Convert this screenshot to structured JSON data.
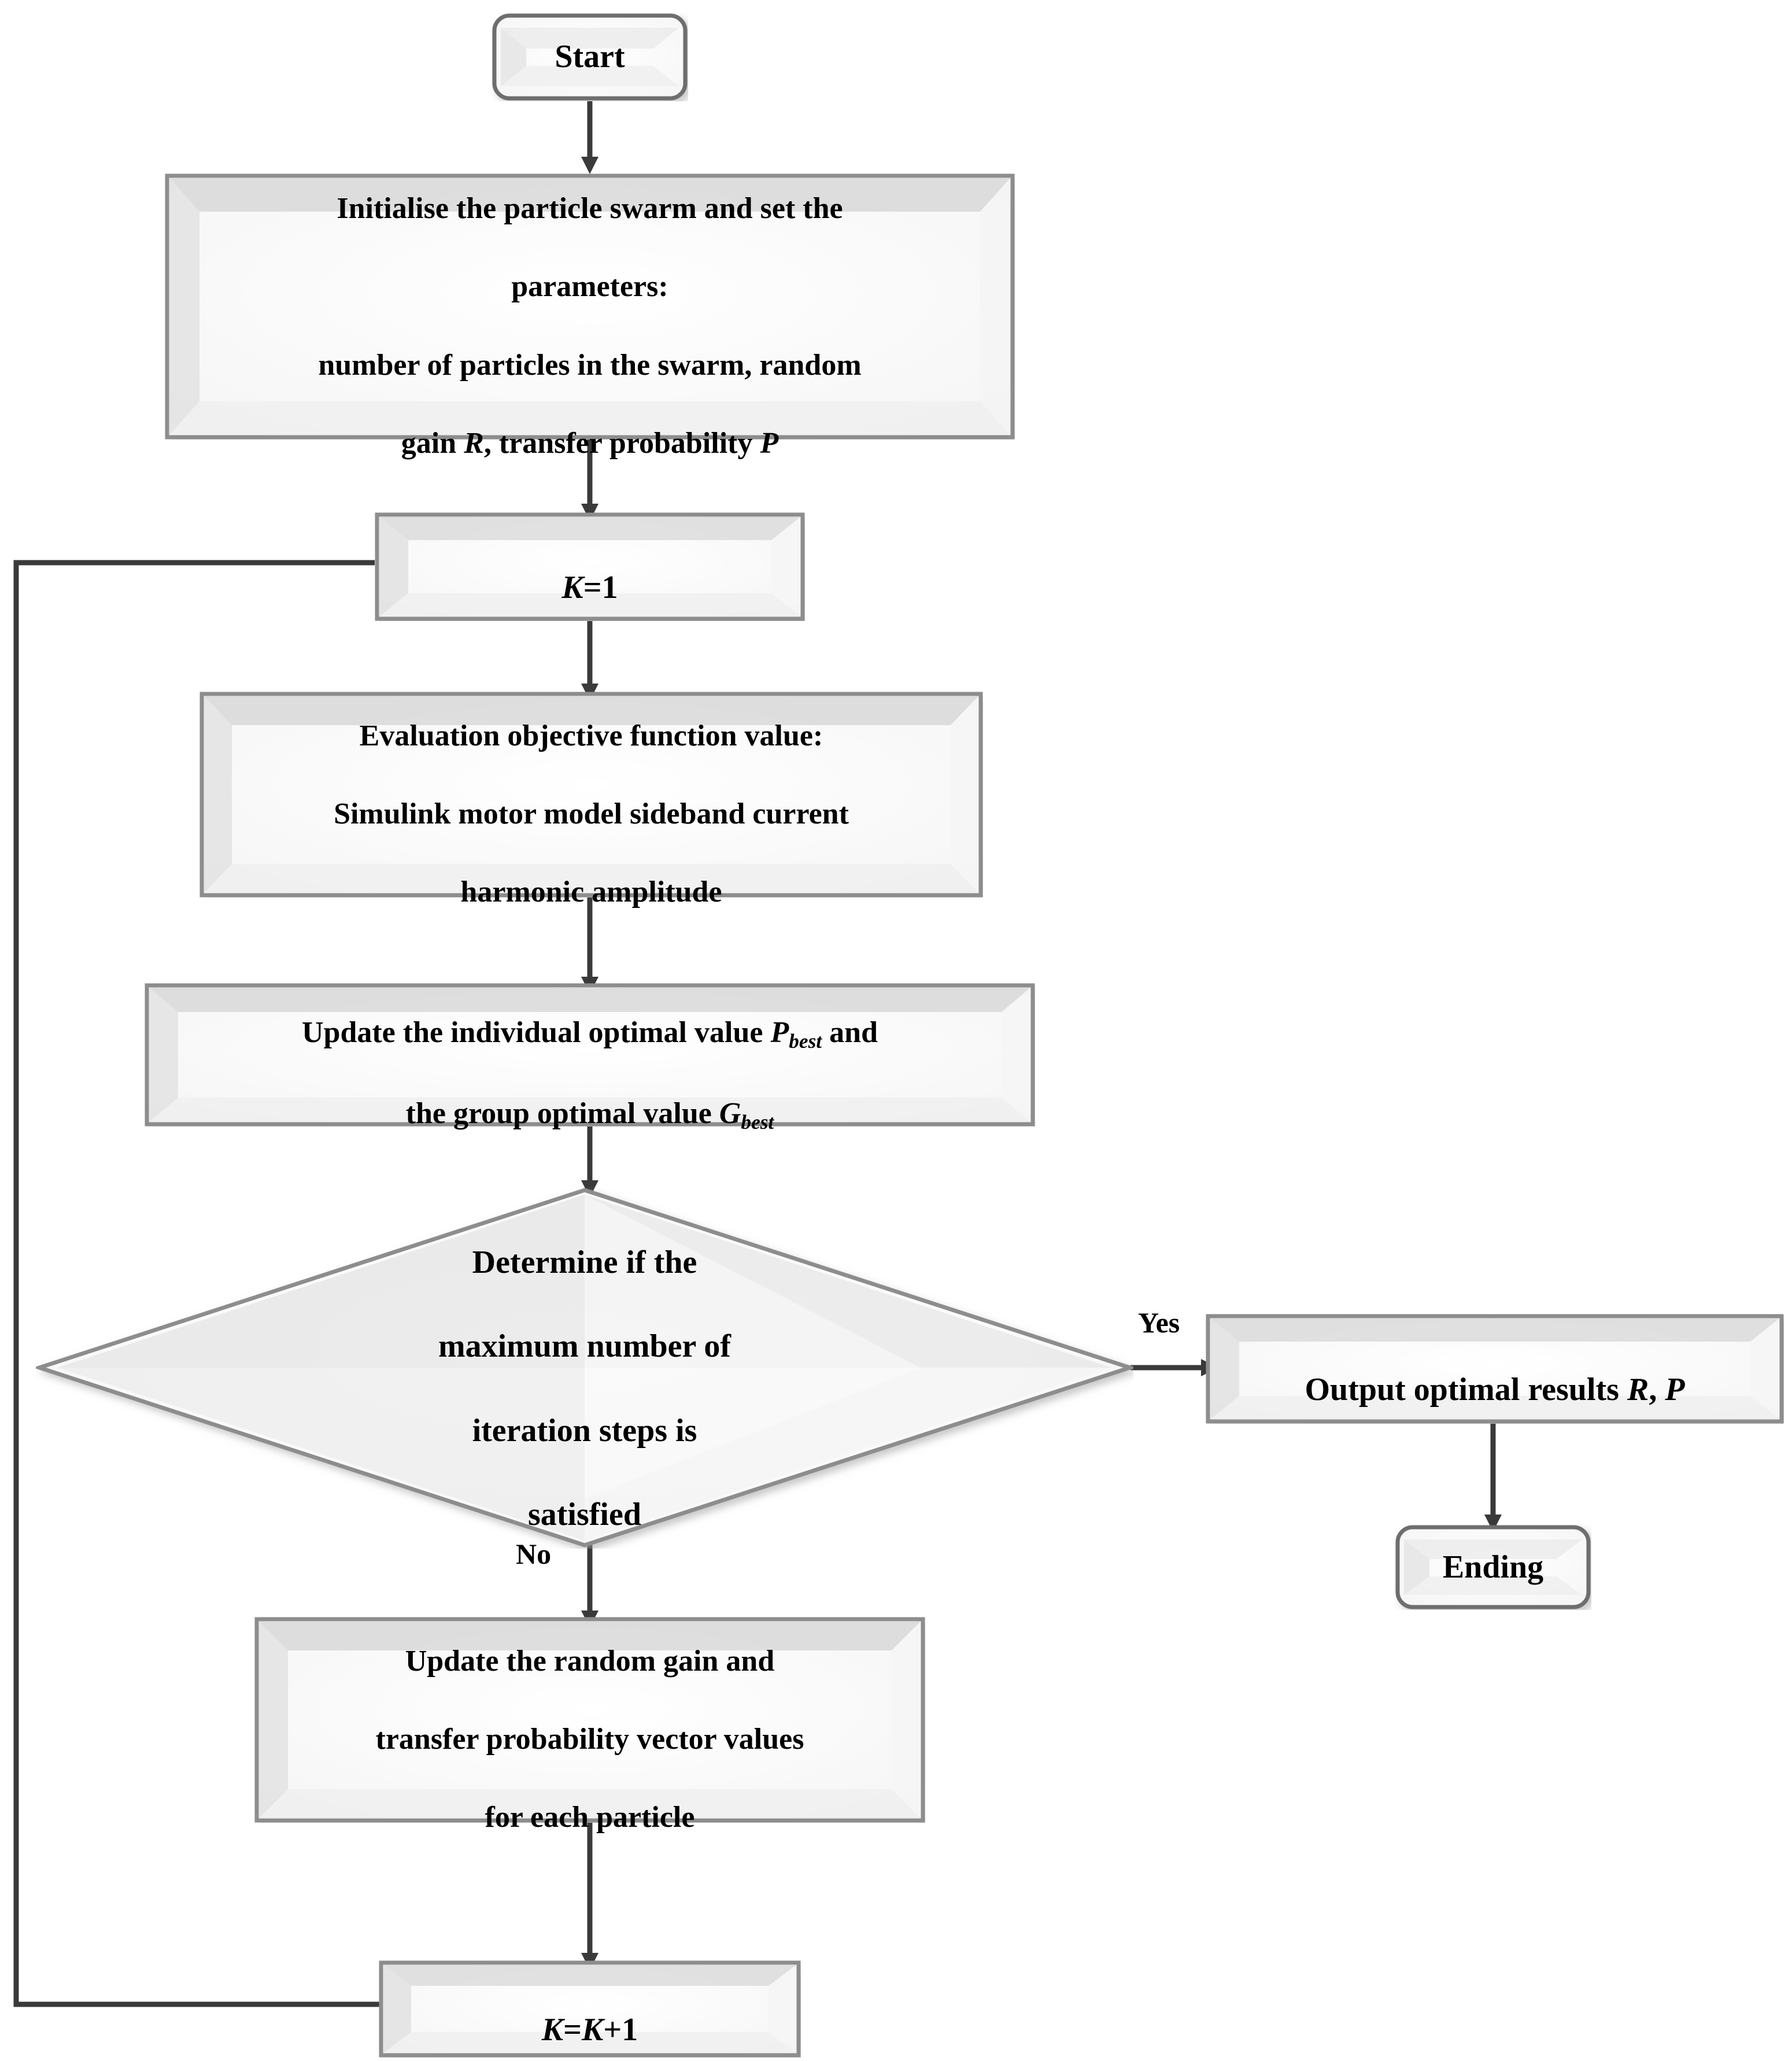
{
  "diagram": {
    "title": "PSO optimisation flowchart",
    "type": "flowchart",
    "colors": {
      "stroke": "#6e6e6e",
      "stroke_dark": "#3a3a3a",
      "fill_light": "#ffffff",
      "fill_shade": "#ececec",
      "text": "#000000",
      "background": "#ffffff"
    },
    "nodes": [
      {
        "id": "start",
        "shape": "rounded-rectangle",
        "text": "Start"
      },
      {
        "id": "initialise",
        "shape": "rectangle",
        "text": "Initialise the particle swarm and set the parameters:\nnumber of particles in the swarm, random gain R, transfer probability P",
        "line1": "Initialise the particle swarm and set the",
        "line2": "parameters:",
        "line3": "number of particles in the swarm, random",
        "line4_pre": "gain ",
        "line4_var1": "R",
        "line4_mid": ", transfer probability ",
        "line4_var2": "P"
      },
      {
        "id": "k-init",
        "shape": "rectangle",
        "text": "K=1",
        "var": "K",
        "rest": "=1"
      },
      {
        "id": "evaluate",
        "shape": "rectangle",
        "text": "Evaluation objective function value:\nSimulink motor model sideband current harmonic amplitude",
        "line1": "Evaluation objective function value:",
        "line2": "Simulink motor model sideband current",
        "line3": "harmonic amplitude"
      },
      {
        "id": "update-best",
        "shape": "rectangle",
        "text": "Update the individual optimal value Pbest and the group optimal value Gbest",
        "line1_pre": "Update the individual optimal value ",
        "line1_var": "P",
        "line1_sub": "best",
        "line1_post": " and",
        "line2_pre": "the group optimal value ",
        "line2_var": "G",
        "line2_sub": "best"
      },
      {
        "id": "decision",
        "shape": "diamond",
        "text": "Determine if the maximum number of iteration steps is satisfied",
        "line1": "Determine if the",
        "line2": "maximum number of",
        "line3": "iteration steps is",
        "line4": "satisfied"
      },
      {
        "id": "output",
        "shape": "rectangle",
        "text": "Output optimal results R, P",
        "pre": "Output optimal results ",
        "var1": "R",
        "mid": ", ",
        "var2": "P"
      },
      {
        "id": "ending",
        "shape": "rounded-rectangle",
        "text": "Ending"
      },
      {
        "id": "update-params",
        "shape": "rectangle",
        "text": "Update the random gain and transfer probability vector values for each particle",
        "line1": "Update the random gain and",
        "line2": "transfer probability vector values",
        "line3": "for each particle"
      },
      {
        "id": "k-increment",
        "shape": "rectangle",
        "text": "K=K+1",
        "var1": "K",
        "mid": "=",
        "var2": "K",
        "rest": "+1"
      }
    ],
    "edge_labels": {
      "yes": "Yes",
      "no": "No"
    },
    "edges": [
      {
        "from": "start",
        "to": "initialise",
        "label": ""
      },
      {
        "from": "initialise",
        "to": "k-init",
        "label": ""
      },
      {
        "from": "k-init",
        "to": "evaluate",
        "label": ""
      },
      {
        "from": "evaluate",
        "to": "update-best",
        "label": ""
      },
      {
        "from": "update-best",
        "to": "decision",
        "label": ""
      },
      {
        "from": "decision",
        "to": "output",
        "label": "Yes"
      },
      {
        "from": "output",
        "to": "ending",
        "label": ""
      },
      {
        "from": "decision",
        "to": "update-params",
        "label": "No"
      },
      {
        "from": "update-params",
        "to": "k-increment",
        "label": ""
      },
      {
        "from": "k-increment",
        "to": "k-init",
        "label": ""
      }
    ]
  }
}
